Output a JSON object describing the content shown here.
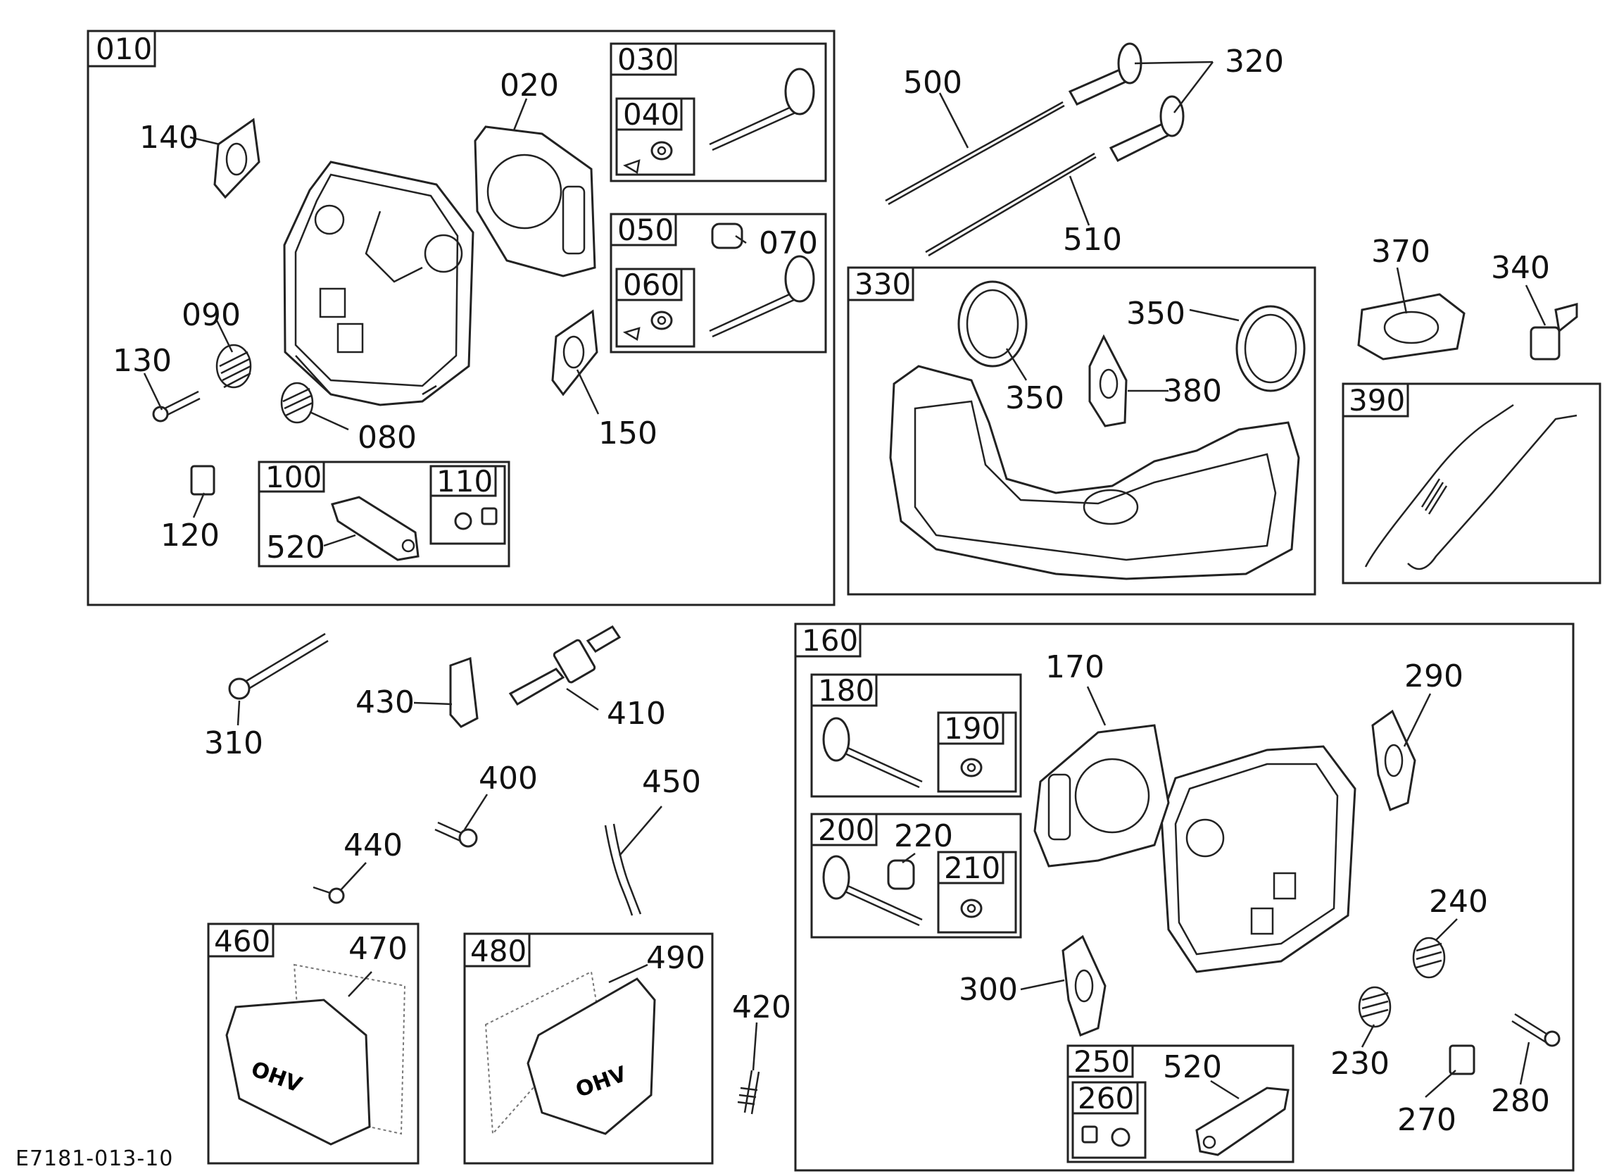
{
  "figure_code": "E7181-013-10",
  "boxes": [
    "010",
    "030",
    "040",
    "050",
    "060",
    "100",
    "110",
    "330",
    "390",
    "160",
    "180",
    "190",
    "200",
    "210",
    "250",
    "260",
    "460",
    "480"
  ],
  "callouts": [
    "020",
    "070",
    "080",
    "090",
    "120",
    "130",
    "140",
    "150",
    "170",
    "220",
    "230",
    "240",
    "270",
    "280",
    "290",
    "300",
    "310",
    "320",
    "340",
    "350",
    "370",
    "380",
    "400",
    "410",
    "420",
    "430",
    "440",
    "450",
    "470",
    "490",
    "500",
    "510",
    "520"
  ],
  "decal_text": "OHV"
}
